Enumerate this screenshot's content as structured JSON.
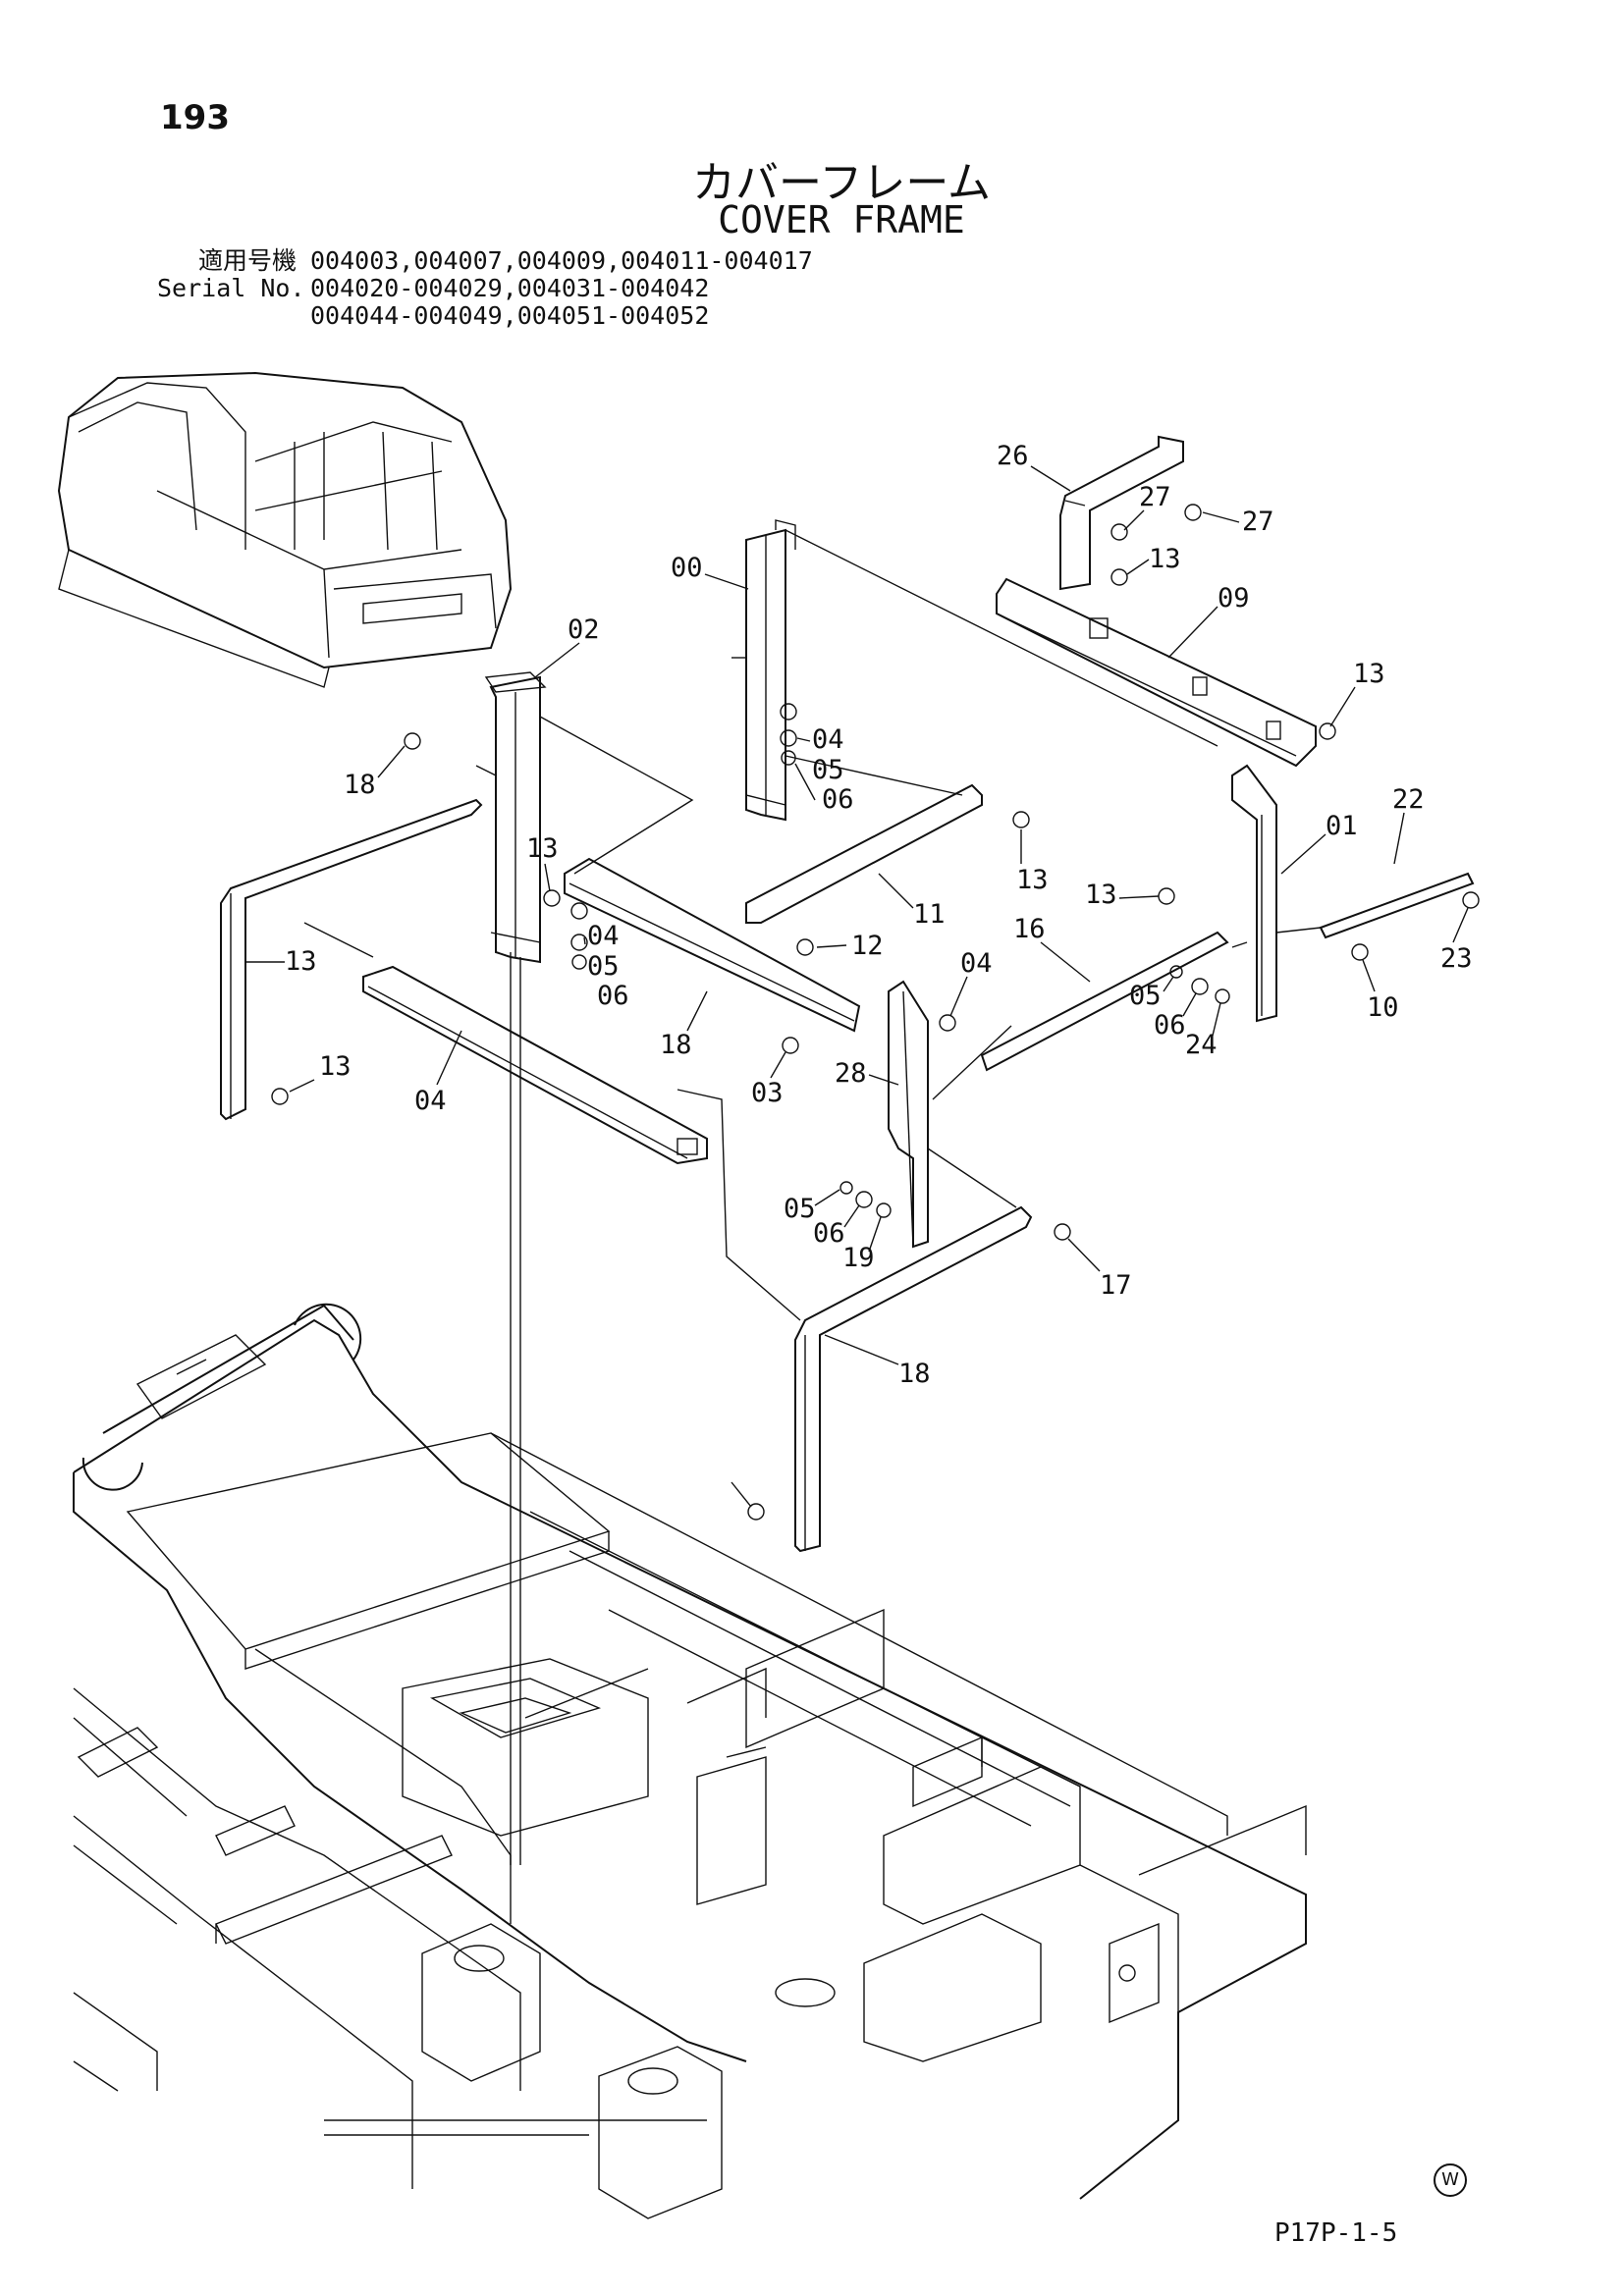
{
  "page_number": "193",
  "title_jp": "カバーフレーム",
  "title_en": "COVER FRAME",
  "serial_block": {
    "label_jp": "適用号機",
    "label_en": "Serial No.",
    "line1": "004003,004007,004009,004011-004017",
    "line2": "004020-004029,004031-004042",
    "line3": "004044-004049,004051-004052"
  },
  "footer_code": "P17P-1-5",
  "w_mark": "W",
  "callouts": [
    {
      "id": "c26",
      "text": "26"
    },
    {
      "id": "c27a",
      "text": "27"
    },
    {
      "id": "c27b",
      "text": "27"
    },
    {
      "id": "c13a",
      "text": "13"
    },
    {
      "id": "c09",
      "text": "09"
    },
    {
      "id": "c00",
      "text": "00"
    },
    {
      "id": "c13b",
      "text": "13"
    },
    {
      "id": "c02",
      "text": "02"
    },
    {
      "id": "c04a",
      "text": "04"
    },
    {
      "id": "c05a",
      "text": "05"
    },
    {
      "id": "c06a",
      "text": "06"
    },
    {
      "id": "c18a",
      "text": "18"
    },
    {
      "id": "c22",
      "text": "22"
    },
    {
      "id": "c01",
      "text": "01"
    },
    {
      "id": "c13c",
      "text": "13"
    },
    {
      "id": "c13d",
      "text": "13"
    },
    {
      "id": "c11",
      "text": "11"
    },
    {
      "id": "c23",
      "text": "23"
    },
    {
      "id": "c04b",
      "text": "04"
    },
    {
      "id": "c05b",
      "text": "05"
    },
    {
      "id": "c06b",
      "text": "06"
    },
    {
      "id": "c13e",
      "text": "13"
    },
    {
      "id": "c12",
      "text": "12"
    },
    {
      "id": "c16",
      "text": "16"
    },
    {
      "id": "c13f",
      "text": "13"
    },
    {
      "id": "c04c",
      "text": "04"
    },
    {
      "id": "c05c",
      "text": "05"
    },
    {
      "id": "c06c",
      "text": "06"
    },
    {
      "id": "c24",
      "text": "24"
    },
    {
      "id": "c10",
      "text": "10"
    },
    {
      "id": "c18b",
      "text": "18"
    },
    {
      "id": "c13g",
      "text": "13"
    },
    {
      "id": "c03",
      "text": "03"
    },
    {
      "id": "c28",
      "text": "28"
    },
    {
      "id": "c04d",
      "text": "04"
    },
    {
      "id": "c05d",
      "text": "05"
    },
    {
      "id": "c06d",
      "text": "06"
    },
    {
      "id": "c19",
      "text": "19"
    },
    {
      "id": "c17",
      "text": "17"
    },
    {
      "id": "c18c",
      "text": "18"
    }
  ]
}
